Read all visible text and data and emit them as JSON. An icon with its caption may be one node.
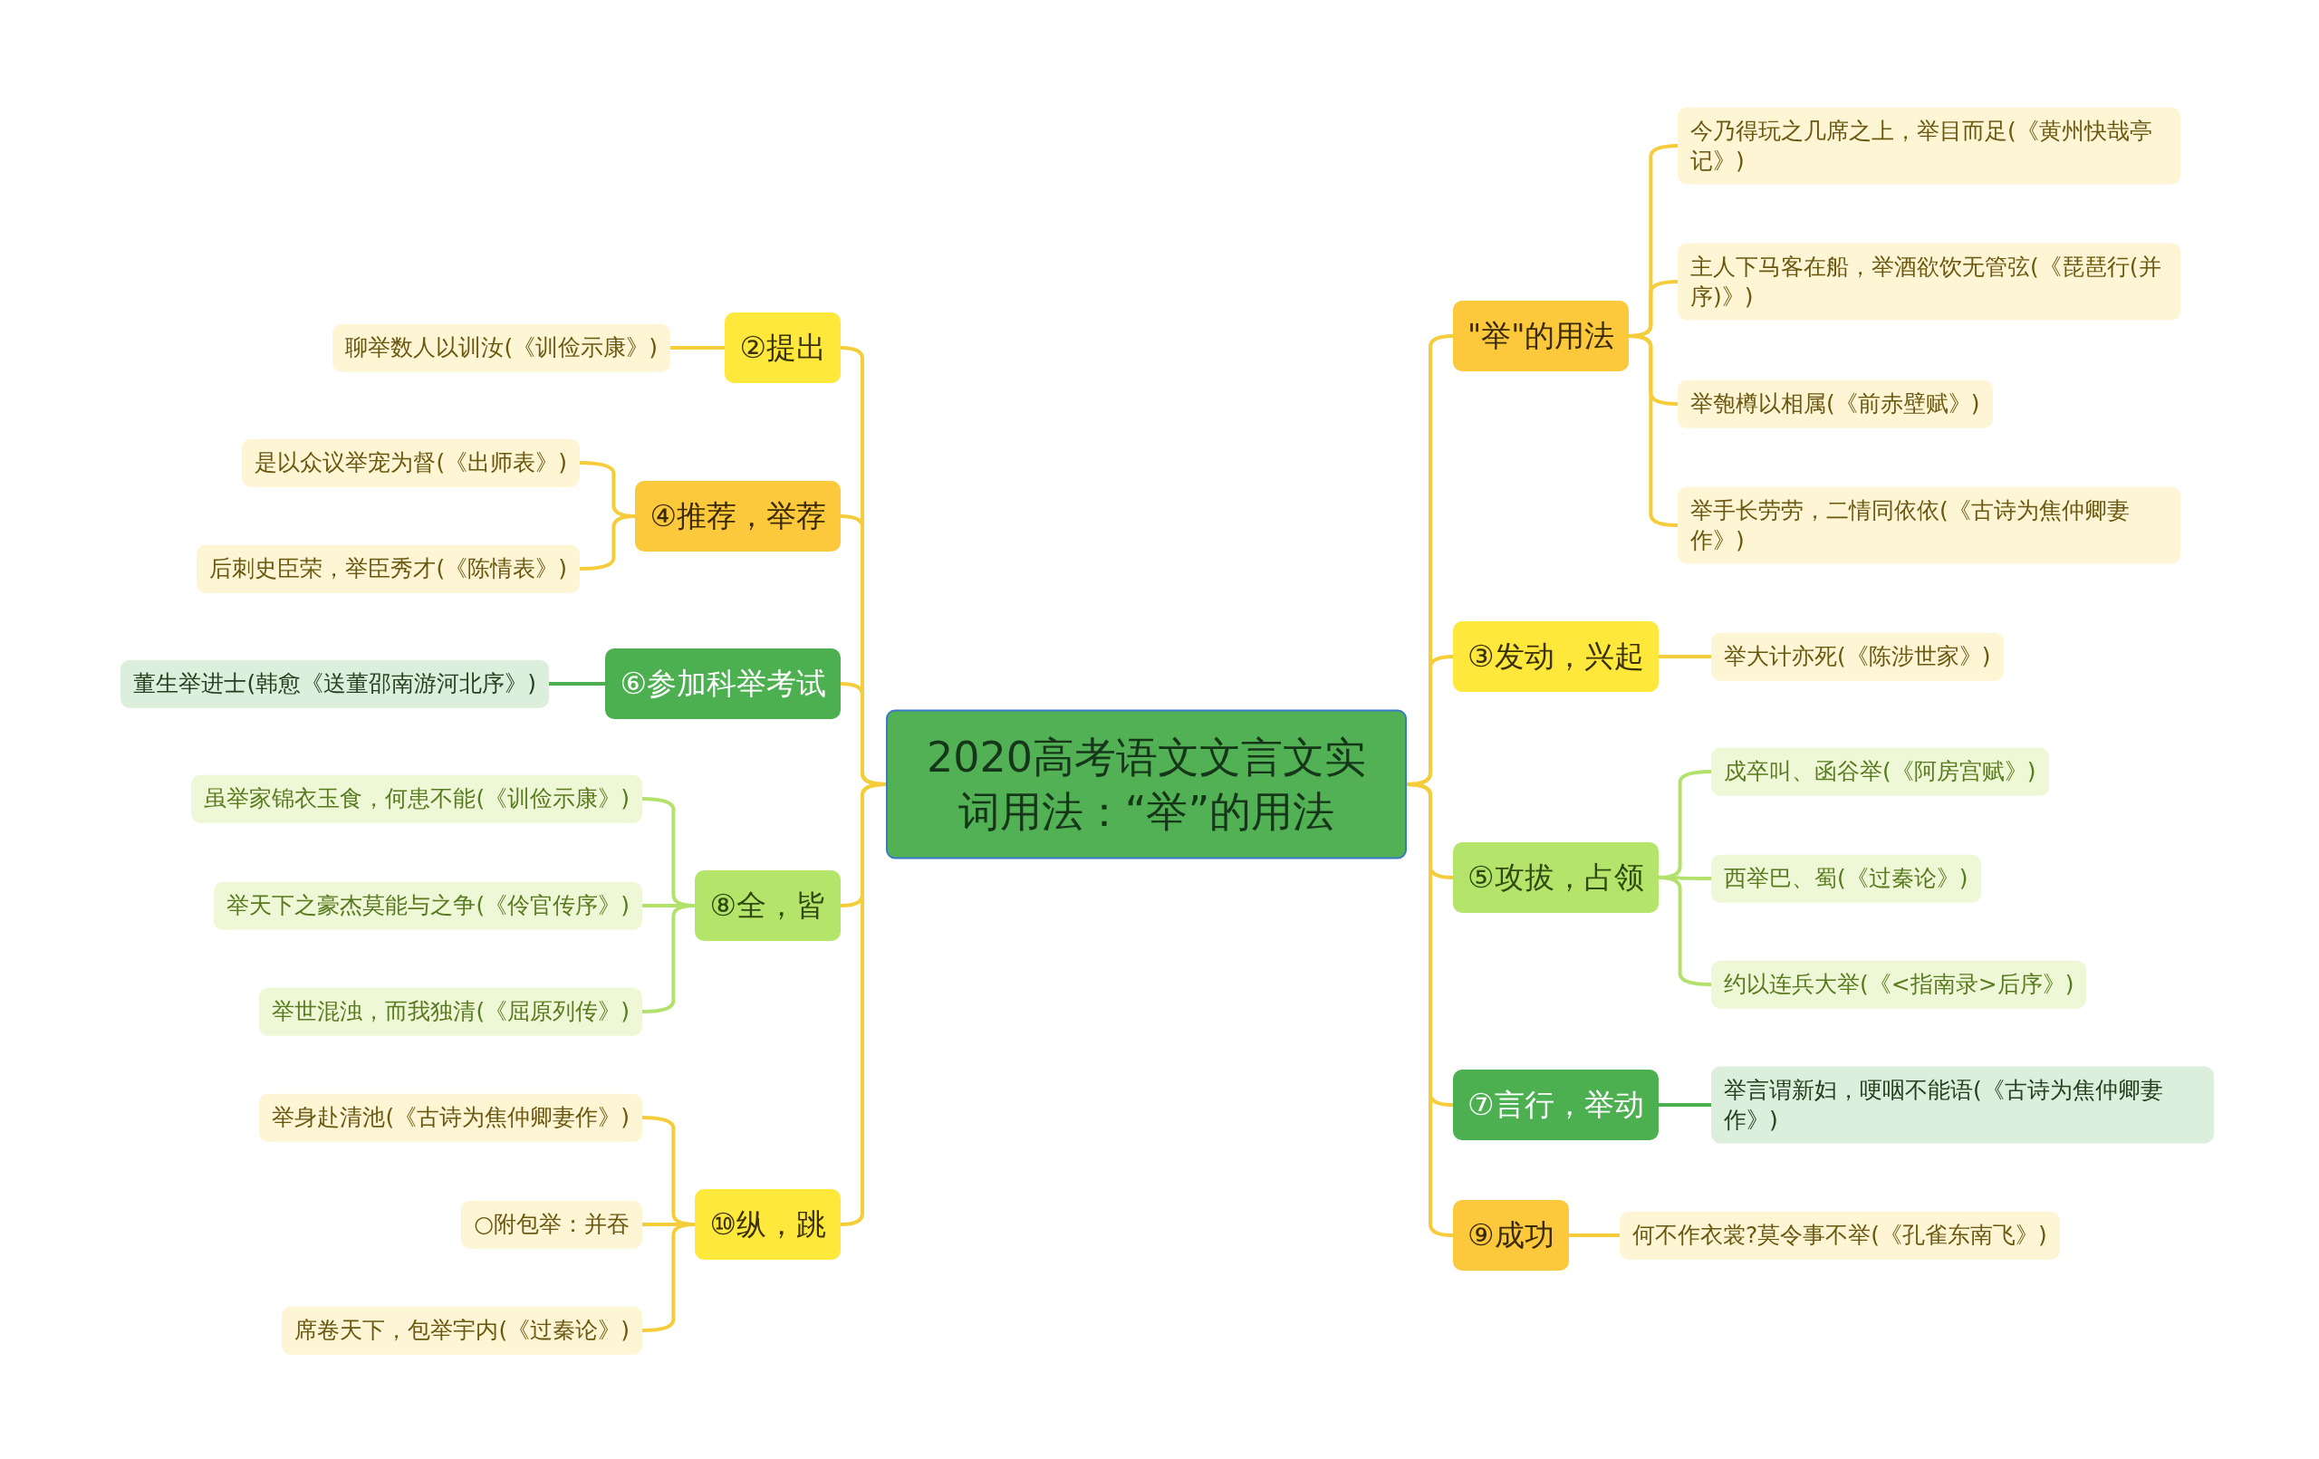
{
  "diagram": {
    "nodes": [
      {
        "text": [
          "2020高考语文文言文实词用法：“举”的用法"
        ]
      },
      {
        "text": [
          "②提出"
        ]
      },
      {
        "text": [
          "聊举数人以训汝(《训俭示康》)"
        ]
      },
      {
        "text": [
          "④推荐，举荐"
        ]
      },
      {
        "text": [
          "是以众议举宠为督(《出师表》)"
        ]
      },
      {
        "text": [
          "后刺史臣荣，举臣秀才(《陈情表》)"
        ]
      },
      {
        "text": [
          "⑥参加科举考试"
        ]
      },
      {
        "text": [
          "董生举进士(韩愈《送董邵南游河北序》)"
        ]
      },
      {
        "text": [
          "⑧全，皆"
        ]
      },
      {
        "text": [
          "虽举家锦衣玉食，何患不能(《训俭示康》)"
        ]
      },
      {
        "text": [
          "举天下之豪杰莫能与之争(《伶官传序》)"
        ]
      },
      {
        "text": [
          "举世混浊，而我独清(《屈原列传》)"
        ]
      },
      {
        "text": [
          "⑩纵，跳"
        ]
      },
      {
        "text": [
          "举身赴清池(《古诗为焦仲卿妻作》)"
        ]
      },
      {
        "text": [
          "○附包举：并吞"
        ]
      },
      {
        "text": [
          "席卷天下，包举宇内(《过秦论》)"
        ]
      },
      {
        "text": [
          "\"举\"的用法"
        ]
      },
      {
        "text": [
          "今乃得玩之几席之上，举目而足(《黄州快哉亭记》)"
        ]
      },
      {
        "text": [
          "主人下马客在船，举酒欲饮无管弦(《琵琶行(并序)》)"
        ]
      },
      {
        "text": [
          "举匏樽以相属(《前赤壁赋》)"
        ]
      },
      {
        "text": [
          "举手长劳劳，二情同依依(《古诗为焦仲卿妻作》)"
        ]
      },
      {
        "text": [
          "③发动，兴起"
        ]
      },
      {
        "text": [
          "举大计亦死(《陈涉世家》)"
        ]
      },
      {
        "text": [
          "⑤攻拔，占领"
        ]
      },
      {
        "text": [
          "戍卒叫、函谷举(《阿房宫赋》)"
        ]
      },
      {
        "text": [
          "西举巴、蜀(《过秦论》)"
        ]
      },
      {
        "text": [
          "约以连兵大举(《<指南录>后序》)"
        ]
      },
      {
        "text": [
          "⑦言行，举动"
        ]
      },
      {
        "text": [
          "举言谓新妇，哽咽不能语(《古诗为焦仲卿妻作》)"
        ]
      },
      {
        "text": [
          "⑨成功"
        ]
      },
      {
        "text": [
          "何不作衣裳?莫令事不举(《孔雀东南飞》)"
        ]
      }
    ],
    "edges": [
      {
        "from": 0,
        "to": 1,
        "arrow": "none"
      },
      {
        "from": 0,
        "to": 3,
        "arrow": "none"
      },
      {
        "from": 0,
        "to": 6,
        "arrow": "none"
      },
      {
        "from": 0,
        "to": 8,
        "arrow": "none"
      },
      {
        "from": 0,
        "to": 12,
        "arrow": "none"
      },
      {
        "from": 0,
        "to": 16,
        "arrow": "none"
      },
      {
        "from": 0,
        "to": 21,
        "arrow": "none"
      },
      {
        "from": 0,
        "to": 23,
        "arrow": "none"
      },
      {
        "from": 0,
        "to": 27,
        "arrow": "none"
      },
      {
        "from": 0,
        "to": 29,
        "arrow": "none"
      },
      {
        "from": 1,
        "to": 2,
        "arrow": "none"
      },
      {
        "from": 3,
        "to": 4,
        "arrow": "none"
      },
      {
        "from": 3,
        "to": 5,
        "arrow": "none"
      },
      {
        "from": 6,
        "to": 7,
        "arrow": "none",
        "color": "#4caf50"
      },
      {
        "from": 8,
        "to": 9,
        "arrow": "none",
        "color": "#b2e26c"
      },
      {
        "from": 8,
        "to": 10,
        "arrow": "none",
        "color": "#b2e26c"
      },
      {
        "from": 8,
        "to": 11,
        "arrow": "none",
        "color": "#b2e26c"
      },
      {
        "from": 12,
        "to": 13,
        "arrow": "none"
      },
      {
        "from": 12,
        "to": 14,
        "arrow": "none"
      },
      {
        "from": 12,
        "to": 15,
        "arrow": "none"
      },
      {
        "from": 16,
        "to": 17,
        "arrow": "none"
      },
      {
        "from": 16,
        "to": 18,
        "arrow": "none"
      },
      {
        "from": 16,
        "to": 19,
        "arrow": "none"
      },
      {
        "from": 16,
        "to": 20,
        "arrow": "none"
      },
      {
        "from": 21,
        "to": 22,
        "arrow": "none"
      },
      {
        "from": 23,
        "to": 24,
        "arrow": "none",
        "color": "#b2e26c"
      },
      {
        "from": 23,
        "to": 25,
        "arrow": "none",
        "color": "#b2e26c"
      },
      {
        "from": 23,
        "to": 26,
        "arrow": "none",
        "color": "#b2e26c"
      },
      {
        "from": 27,
        "to": 28,
        "arrow": "none",
        "color": "#4caf50"
      },
      {
        "from": 29,
        "to": 30,
        "arrow": "none"
      }
    ]
  }
}
